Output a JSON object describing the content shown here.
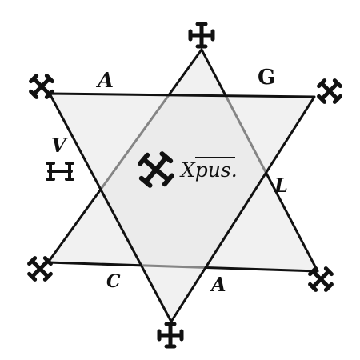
{
  "labels": {
    "top_left": "A",
    "top_right": "G",
    "left_v": "V",
    "right_l": "L",
    "bottom_left": "C",
    "bottom_right": "A"
  },
  "center_text": "Xpus.",
  "colors": {
    "ink": "#111111",
    "fill": "#e6e6e6",
    "paper": "#ffffff"
  },
  "icons": [
    "cross-potent-icon"
  ]
}
